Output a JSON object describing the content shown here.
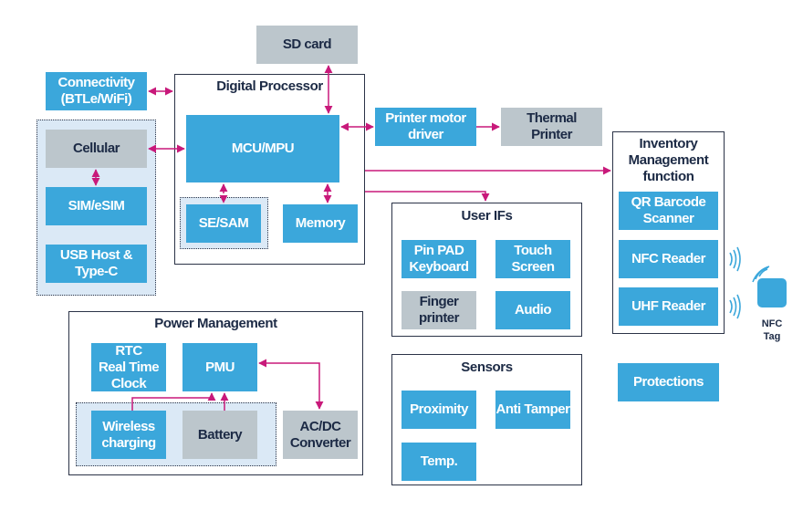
{
  "diagram": {
    "colors": {
      "block_blue": "#3ba7db",
      "block_gray": "#bcc6cc",
      "group_fill": "#dbe9f6",
      "frame": "#2b3347",
      "arrow": "#c8197a",
      "text_dark": "#1c2a45"
    },
    "blocks": {
      "sd_card": "SD card",
      "connectivity": "Connectivity\n(BTLe/WiFi)",
      "cellular": "Cellular",
      "sim": "SIM/eSIM",
      "usb": "USB Host &\nType-C",
      "mcu": "MCU/MPU",
      "se_sam": "SE/SAM",
      "memory": "Memory",
      "printer_motor": "Printer motor\ndriver",
      "thermal_printer": "Thermal\nPrinter",
      "pinpad": "Pin PAD\nKeyboard",
      "touch": "Touch\nScreen",
      "finger": "Finger\nprinter",
      "audio": "Audio",
      "qr": "QR Barcode\nScanner",
      "nfc_reader": "NFC Reader",
      "uhf_reader": "UHF Reader",
      "nfc_tag": "NFC\nTag",
      "rtc": "RTC\nReal Time\nClock",
      "pmu": "PMU",
      "wireless": "Wireless\ncharging",
      "battery": "Battery",
      "acdc": "AC/DC\nConverter",
      "proximity": "Proximity",
      "anti_tamper": "Anti Tamper",
      "temp": "Temp.",
      "protections": "Protections"
    },
    "frames": {
      "digital_processor": "Digital Processor",
      "user_ifs": "User IFs",
      "inventory": "Inventory\nManagement\nfunction",
      "power_management": "Power Management",
      "sensors": "Sensors"
    }
  }
}
